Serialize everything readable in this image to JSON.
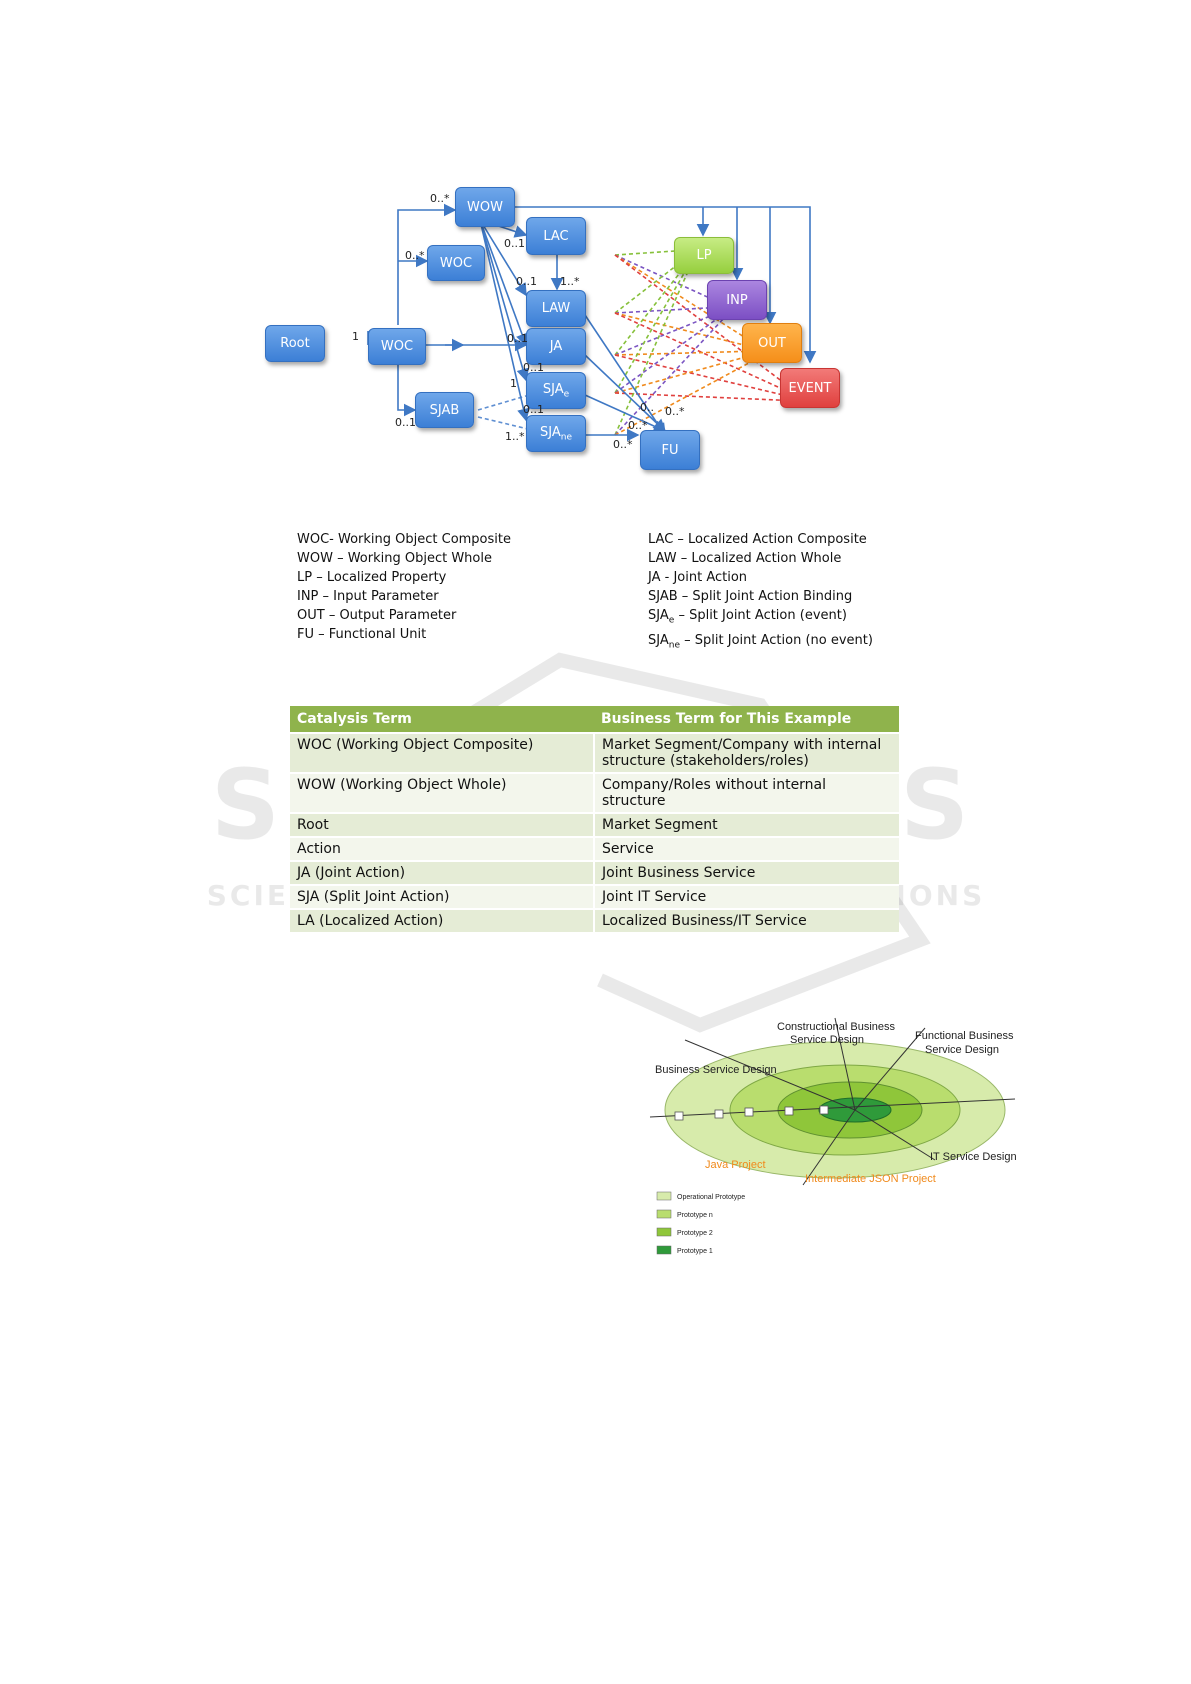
{
  "diagram": {
    "nodes": {
      "root": "Root",
      "woc_main": "WOC",
      "woc_sub": "WOC",
      "wow": "WOW",
      "sjab": "SJAB",
      "lac": "LAC",
      "law": "LAW",
      "ja": "JA",
      "sja_e_base": "SJA",
      "sja_e_sub": "e",
      "sja_ne_base": "SJA",
      "sja_ne_sub": "ne",
      "fu": "FU",
      "lp": "LP",
      "inp": "INP",
      "out": "OUT",
      "event": "EVENT"
    },
    "multiplicities": {
      "m1": "0..*",
      "m2": "0..*",
      "m3": "1",
      "m4": "0..1",
      "m5": "0..1",
      "m6": "0..1",
      "m7": "1..*",
      "m8": "0..1",
      "m9": "0..1",
      "m10": "1",
      "m11": "0..1",
      "m12": "1..*",
      "m13": "0..",
      "m14": "0..*",
      "m15": "0..*",
      "m16": "0..*"
    }
  },
  "legend": {
    "left": [
      "WOC- Working Object Composite",
      "WOW – Working Object Whole",
      "LP – Localized Property",
      "INP – Input Parameter",
      "OUT – Output Parameter",
      "FU – Functional Unit"
    ],
    "right": [
      "LAC – Localized Action Composite",
      "LAW – Localized Action Whole",
      "JA - Joint Action",
      "SJAB – Split Joint Action Binding"
    ],
    "sja_e": {
      "base": "SJA",
      "sub": "e",
      "text": " – Split Joint Action (event)"
    },
    "sja_ne": {
      "base": "SJA",
      "sub": "ne",
      "text": " – Split Joint Action (no event)"
    }
  },
  "table": {
    "headers": [
      "Catalysis Term",
      "Business Term for This Example"
    ],
    "rows": [
      [
        "WOC (Working Object Composite)",
        "Market Segment/Company with internal structure (stakeholders/roles)"
      ],
      [
        "WOW (Working Object Whole)",
        "Company/Roles without internal structure"
      ],
      [
        "Root",
        "Market Segment"
      ],
      [
        "Action",
        "Service"
      ],
      [
        "JA (Joint Action)",
        "Joint Business Service"
      ],
      [
        "SJA (Split Joint Action)",
        "Joint IT Service"
      ],
      [
        "LA (Localized Action)",
        "Localized Business/IT Service"
      ]
    ]
  },
  "spiral": {
    "labels": {
      "constructional": [
        "Constructional Business",
        "Service Design"
      ],
      "functional": [
        "Functional Business",
        "Service Design"
      ],
      "business": "Business Service Design",
      "it": "IT Service Design",
      "java": "Java Project",
      "json": "Intermediate JSON Project"
    },
    "legend": [
      "Operational Prototype",
      "Prototype n",
      "Prototype 2",
      "Prototype 1"
    ],
    "colors": {
      "operational": "#d7ebab",
      "prototype_n": "#b9dd6e",
      "prototype_2": "#8fc63a",
      "prototype_1": "#2f9a3a",
      "orange_label": "#f08a1c"
    }
  },
  "watermark": {
    "line1": "SCITEPRESS",
    "line2": "SCIENCE AND TECHNOLOGY PUBLICATIONS"
  }
}
